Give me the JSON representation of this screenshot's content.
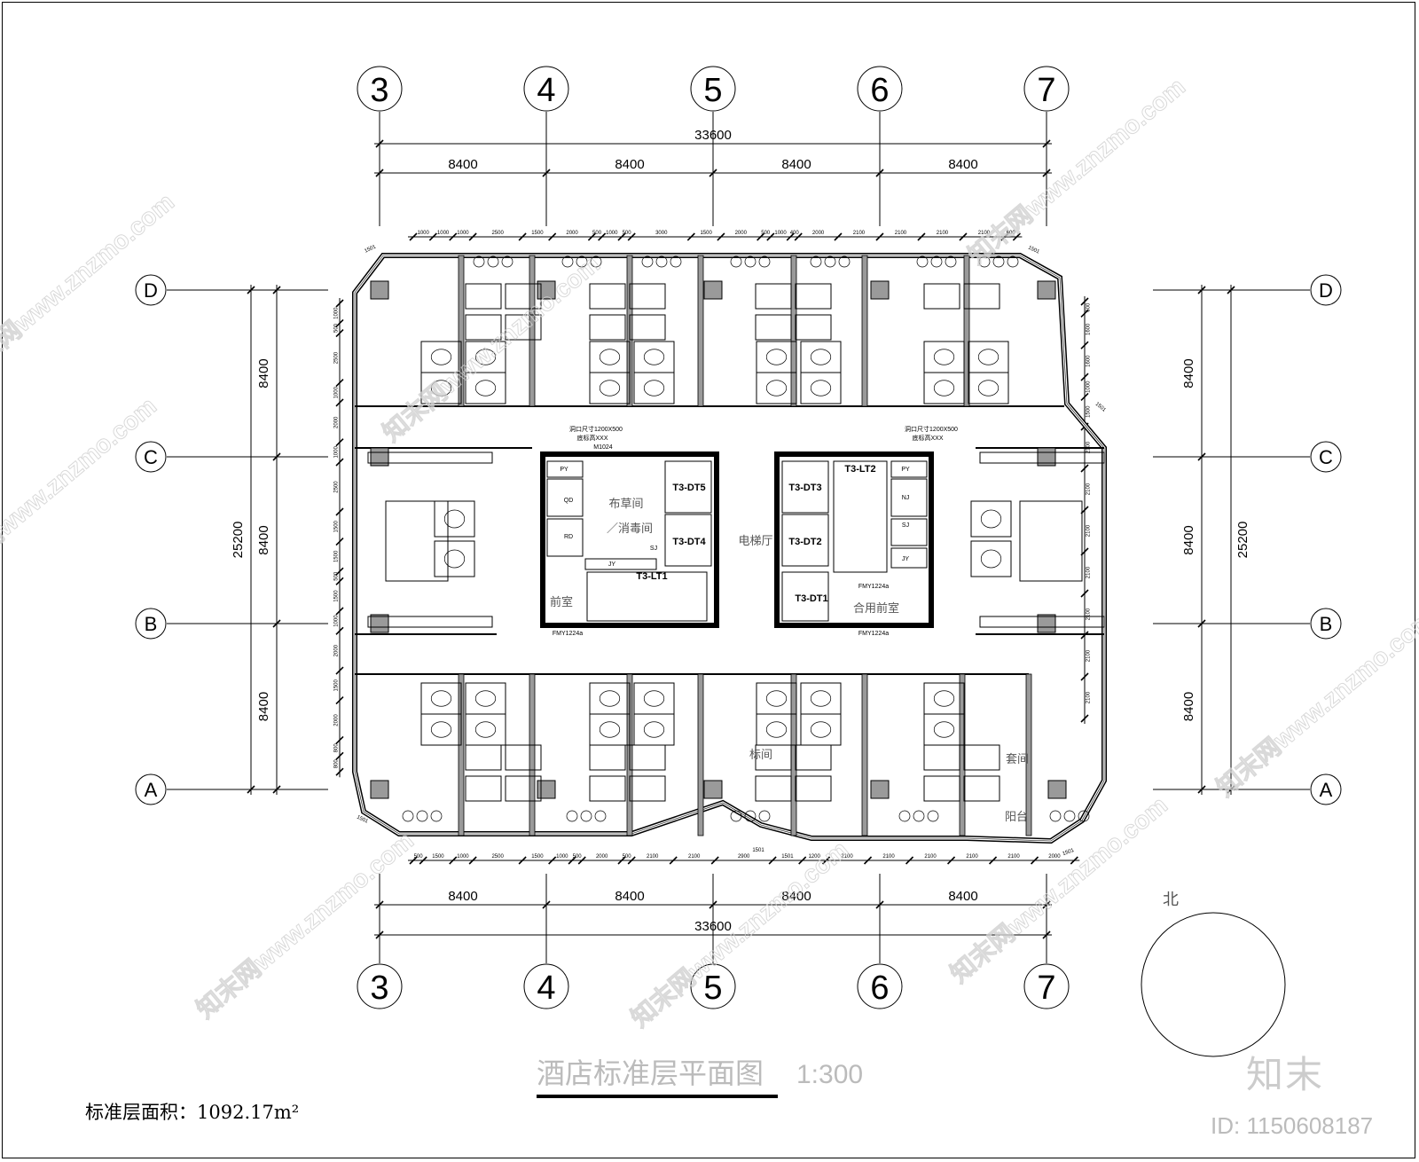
{
  "drawing": {
    "title": "酒店标准层平面图",
    "scale": "1:300",
    "area_label": "标准层面积：1092.17m²",
    "north_label": "北",
    "watermark_brand": "知末",
    "watermark_text": "知末网www.znzmo.com",
    "image_id": "ID: 1150608187"
  },
  "grid": {
    "columns": [
      "3",
      "4",
      "5",
      "6",
      "7"
    ],
    "rows": [
      "D",
      "C",
      "B",
      "A"
    ]
  },
  "dimensions": {
    "overall_horizontal": "33600",
    "bay_horizontal": [
      "8400",
      "8400",
      "8400",
      "8400"
    ],
    "overall_vertical": "25200",
    "bay_vertical": [
      "8400",
      "8400",
      "8400"
    ],
    "top_detail": [
      "1000",
      "1000",
      "1000",
      "2500",
      "1500",
      "2000",
      "500",
      "1000",
      "500",
      "3000",
      "1500",
      "2000",
      "500",
      "1000",
      "400",
      "2000",
      "2100",
      "2100",
      "2100",
      "2100",
      "600"
    ],
    "bottom_detail": [
      "500",
      "1500",
      "1000",
      "2500",
      "1500",
      "1000",
      "500",
      "2000",
      "500",
      "2100",
      "2100",
      "2900",
      "1501",
      "1200",
      "2100",
      "2100",
      "2100",
      "2100",
      "2100",
      "2000"
    ],
    "left_detail": [
      "1000",
      "500",
      "2500",
      "1000",
      "2000",
      "1000",
      "2500",
      "1500",
      "1500",
      "500",
      "1500",
      "1000",
      "2000",
      "1500",
      "2000",
      "800",
      "800"
    ],
    "right_detail": [
      "600",
      "1600",
      "1600",
      "1000",
      "1500",
      "2100",
      "2100",
      "2100",
      "2100",
      "2100",
      "2100",
      "2100"
    ],
    "corner": "1501"
  },
  "rooms": {
    "linen": "布草间",
    "disinfect": "／消毒间",
    "elevator_hall": "电梯厅",
    "front_room": "前室",
    "shared_front_room": "合用前室",
    "standard_room": "标间",
    "suite": "套间",
    "balcony": "阳台"
  },
  "core_labels": {
    "dt5": "T3-DT5",
    "dt4": "T3-DT4",
    "dt3": "T3-DT3",
    "dt2": "T3-DT2",
    "dt1": "T3-DT1",
    "lt1": "T3-LT1",
    "lt2": "T3-LT2",
    "py": "PY",
    "qd": "QD",
    "rd": "RD",
    "jy": "JY",
    "sj": "SJ",
    "nj": "NJ",
    "opening": "洞口尺寸1200X500",
    "sill": "底标高XXX",
    "door_m": "M1024",
    "door_fm": "FMY1224a"
  },
  "colors": {
    "line": "#000000",
    "wall_fill": "#9a9a9a",
    "watermark": "#cccccc"
  }
}
